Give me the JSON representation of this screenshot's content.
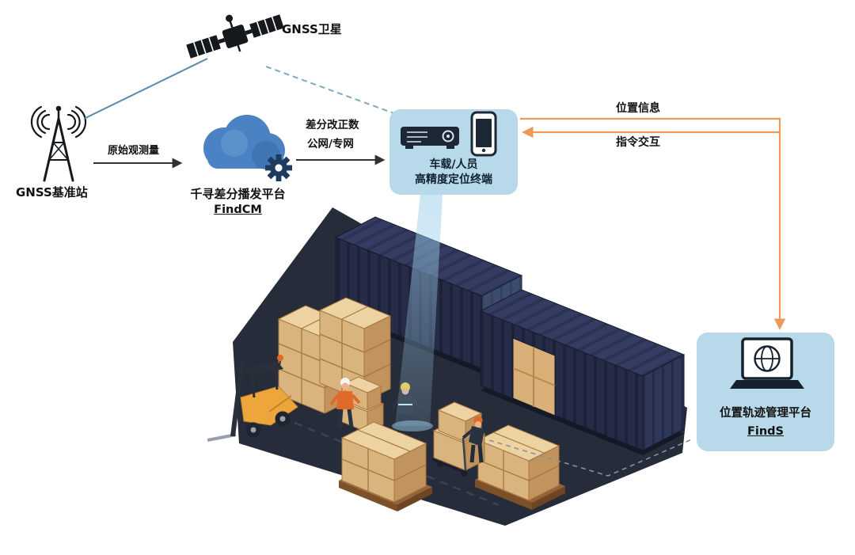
{
  "diagram": {
    "satellite": {
      "label": "GNSS卫星"
    },
    "base_station": {
      "label": "GNSS基准站"
    },
    "link_raw_obs": {
      "label": "原始观测量"
    },
    "cloud_platform": {
      "name": "千寻差分播发平台",
      "product": "FindCM"
    },
    "link_corrections": {
      "line1": "差分改正数",
      "line2": "公网/专网"
    },
    "terminal": {
      "line1": "车载/人员",
      "line2": "高精度定位终端"
    },
    "link_position": {
      "label": "位置信息"
    },
    "link_command": {
      "label": "指令交互"
    },
    "management_platform": {
      "name": "位置轨迹管理平台",
      "product": "FindS"
    },
    "icons": {
      "satellite": "satellite-icon",
      "base_station": "radio-tower-icon",
      "cloud_platform": "cloud-gear-icon",
      "terminal_receiver": "gnss-receiver-icon",
      "terminal_phone": "smartphone-icon",
      "management_platform": "laptop-globe-icon"
    },
    "colors": {
      "panel_blue": "#b7d9e9",
      "arrow_orange": "#ec9a5a",
      "link_blue": "#5b8aa6",
      "cloud_blue": "#4a82c4",
      "gear_navy": "#1e3a5f",
      "container_navy": "#262c48",
      "beam_blue": "#9fd0ec",
      "box_tan": "#d9b47e",
      "forklift_yellow": "#eca63b",
      "text_dark": "#111111"
    }
  }
}
